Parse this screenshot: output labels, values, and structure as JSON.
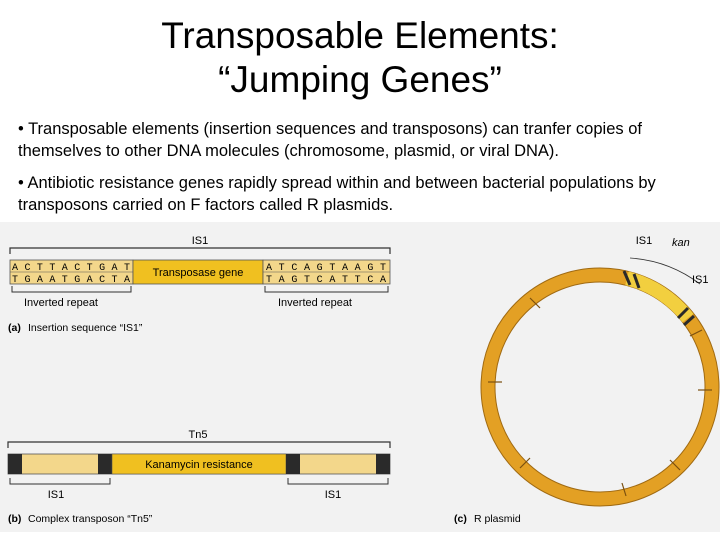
{
  "slide": {
    "title_line1": "Transposable Elements:",
    "title_line2": "“Jumping Genes”",
    "bullets": [
      "•  Transposable elements (insertion sequences and transposons) can tranfer copies of themselves to other DNA molecules (chromosome, plasmid, or viral DNA).",
      "•  Antibiotic resistance genes rapidly spread within and between bacterial populations by transposons carried on F factors called R plasmids."
    ]
  },
  "figure": {
    "panel_a": {
      "element_label": "IS1",
      "left_seq_top": "A C T T A C T G A T",
      "left_seq_bottom": "T G A A T G A C T A",
      "gene_label": "Transposase gene",
      "right_seq_top": "A T C A G T A A G T",
      "right_seq_bottom": "T A G T C A T T C A",
      "left_repeat_label": "Inverted repeat",
      "right_repeat_label": "Inverted repeat",
      "caption_letter": "(a)",
      "caption_text": "Insertion sequence “IS1”"
    },
    "panel_b": {
      "element_label": "Tn5",
      "gene_label": "Kanamycin resistance",
      "left_is_label": "IS1",
      "right_is_label": "IS1",
      "caption_letter": "(b)",
      "caption_text": "Complex transposon “Tn5”"
    },
    "panel_c": {
      "is1_left_label": "IS1",
      "kan_label": "kan",
      "is1_right_label": "IS1",
      "caption_letter": "(c)",
      "caption_text": "R plasmid"
    },
    "colors": {
      "gene_gold": "#f0c020",
      "pale_segment": "#f3d78b",
      "dark_end": "#2a2a2a",
      "plasmid_orange": "#e3a024",
      "plasmid_highlight": "#f2cf3f",
      "panel_background": "#f2f2f2"
    }
  }
}
